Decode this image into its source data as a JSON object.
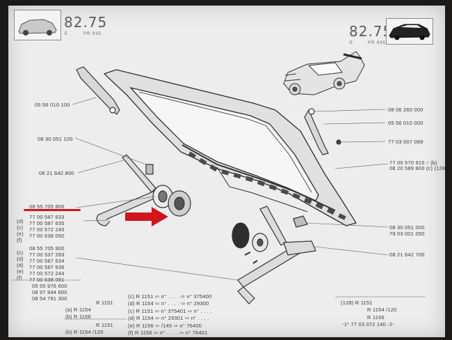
{
  "header": {
    "left_page_number": "82.75",
    "left_sub_a": "E",
    "left_sub_b": "PR.995",
    "right_page_number": "82.75",
    "right_sub_a": "E",
    "right_sub_b": "PR.995"
  },
  "left_callouts": [
    "05 56 010 100",
    "08 30 051 100",
    "08 21 642 800"
  ],
  "right_callouts": [
    "08 06 260 000",
    "05 56 010 000",
    "77 03 007 089",
    "77 00 570 915 ↑ (b)",
    "08 20 589 800 (c) (128)",
    "08 30 051 000",
    "79 03 001 050",
    "08 21 642 700"
  ],
  "parts_list": [
    "08 55 705 800",
    "77 00 587 633",
    "77 00 587 635",
    "77 00 572 245",
    "77 00 638 092",
    "08 55 705 900",
    "77 00 537 283",
    "77 00 587 634",
    "77 00 587 636",
    "77 00 572 244",
    "77 00 638 091",
    "05 55 976 600",
    "08 97 944 600",
    "08 54 791 300"
  ],
  "parts_list_tags": [
    "(d)",
    "(c)",
    "(e)",
    "(f)",
    "(d)",
    "(c)",
    "(d)",
    "(e)",
    "(f)"
  ],
  "footnotes_left": [
    "R 1151",
    "(a)   R 1154",
    "(b)   R 1156",
    "R 1151",
    "(b)   R 1154   /120"
  ],
  "footnotes_middle": [
    "(c)   R 1151  ⇦  n° . . . . ⇨ n°  375400",
    "(d)   R 1154  ⇦  n° . . . . ⇨ n°  29300",
    "(c)   R 1151  ⇦  n°  375401  ⇨ n° . . . .",
    "(d)   R 1154  ⇦  n°  29301  ⇨ n° . . . .",
    "(e)   R 1156  ⇦ /145  ⇨  n°  76400",
    "(f)   R 1156  ⇦  n°  . . . .  ⇨ n°  76401"
  ],
  "footnotes_right": [
    "(128)   R 1151",
    "R 1154   /120",
    "R 1156",
    "-1*   77 03 072 140 -2-"
  ],
  "colors": {
    "highlight": "#d0151b",
    "paper": "#ecedec",
    "ink": "#3b3b3b"
  }
}
